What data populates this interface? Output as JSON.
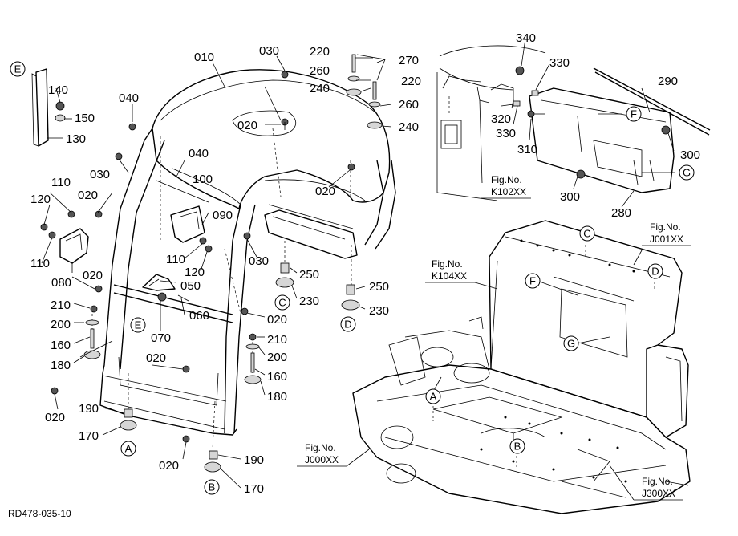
{
  "document_code": "RD478-035-10",
  "part_labels": {
    "p010": "010",
    "p020": "020",
    "p030": "030",
    "p040": "040",
    "p050": "050",
    "p060": "060",
    "p070": "070",
    "p080": "080",
    "p090": "090",
    "p100": "100",
    "p110": "110",
    "p120": "120",
    "p130": "130",
    "p140": "140",
    "p150": "150",
    "p160": "160",
    "p170": "170",
    "p180": "180",
    "p190": "190",
    "p200": "200",
    "p210": "210",
    "p220": "220",
    "p230": "230",
    "p240": "240",
    "p250": "250",
    "p260": "260",
    "p270": "270",
    "p280": "280",
    "p290": "290",
    "p300": "300",
    "p310": "310",
    "p320": "320",
    "p330": "330",
    "p340": "340"
  },
  "callouts": {
    "A": "A",
    "B": "B",
    "C": "C",
    "D": "D",
    "E": "E",
    "F": "F",
    "G": "G"
  },
  "figure_refs": {
    "k102": {
      "prefix": "Fig.No.",
      "code": "K102XX"
    },
    "j001": {
      "prefix": "Fig.No.",
      "code": "J001XX"
    },
    "k104": {
      "prefix": "Fig.No.",
      "code": "K104XX"
    },
    "j000": {
      "prefix": "Fig.No.",
      "code": "J000XX"
    },
    "j300": {
      "prefix": "Fig.No.",
      "code": "J300XX"
    }
  }
}
